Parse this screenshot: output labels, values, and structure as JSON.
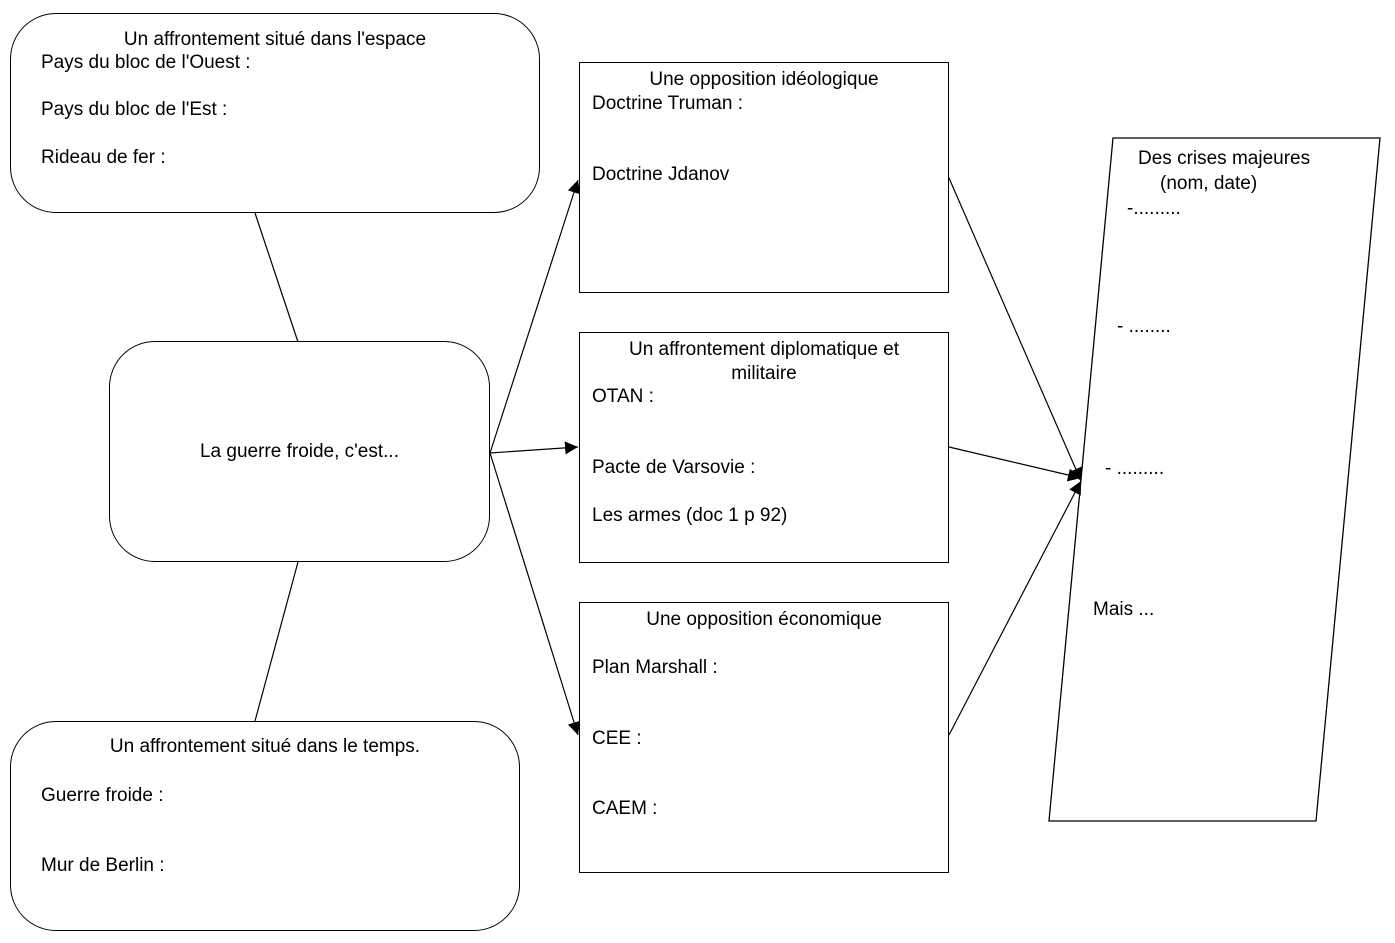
{
  "space_box": {
    "title": "Un affrontement situé dans l'espace",
    "line1": "Pays du bloc de l'Ouest :",
    "line2": "Pays du bloc de l'Est :",
    "line3": "Rideau de fer :"
  },
  "center_box": {
    "label": "La guerre froide, c'est..."
  },
  "time_box": {
    "title": "Un affrontement situé dans le temps.",
    "line1": "Guerre froide :",
    "line2": "Mur de Berlin :"
  },
  "ideology_box": {
    "title": "Une opposition idéologique",
    "line1": "Doctrine Truman :",
    "line2": "Doctrine Jdanov"
  },
  "diplomacy_box": {
    "title_line1": "Un affrontement diplomatique et",
    "title_line2": "militaire",
    "line1": "OTAN :",
    "line2": "Pacte de Varsovie :",
    "line3": "Les armes (doc 1 p 92)"
  },
  "economy_box": {
    "title": "Une opposition économique",
    "line1": "Plan Marshall :",
    "line2": "CEE :",
    "line3": "CAEM :"
  },
  "crises_box": {
    "title_line1": "Des crises majeures",
    "title_line2": "(nom, date)",
    "item1": "-.........",
    "item2": "- ........",
    "item3": "- .........",
    "item4": "Mais ..."
  }
}
